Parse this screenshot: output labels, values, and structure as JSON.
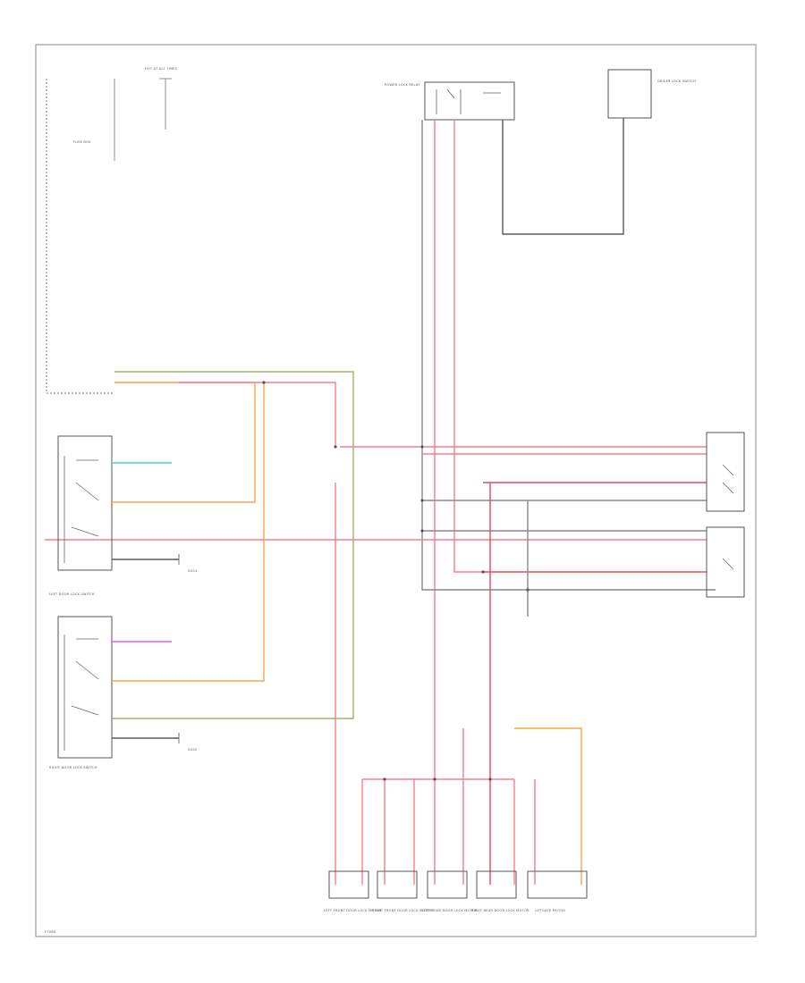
{
  "page_code": "F7086",
  "colors": {
    "pink": "#ff7b8f",
    "red": "#e8465a",
    "orange": "#ffa14a",
    "olive": "#a8ad6e",
    "gray": "#8a8a8a"
  },
  "labels": {
    "hot_at_all_times": "HOT AT ALL TIMES",
    "fuse_box": "FUSE BOX",
    "driver_lock_switch": "DRIVER LOCK SWITCH",
    "power_lock_relay": "POWER LOCK RELAY",
    "left_door_lock_switch": "LEFT DOOR LOCK SWITCH",
    "right_door_lock_switch": "RIGHT DOOR LOCK SWITCH",
    "left_ground": "G201",
    "right_ground": "G202",
    "lf_door_lock_motor": "LEFT FRONT DOOR LOCK MOTOR",
    "rf_door_lock_motor": "RIGHT FRONT DOOR LOCK MOTOR",
    "lr_door_lock_motor": "LEFT REAR DOOR LOCK MOTOR",
    "rr_door_lock_motor": "RIGHT REAR DOOR LOCK MOTOR",
    "liftgate_motor": "LIFTGATE MOTOR"
  }
}
